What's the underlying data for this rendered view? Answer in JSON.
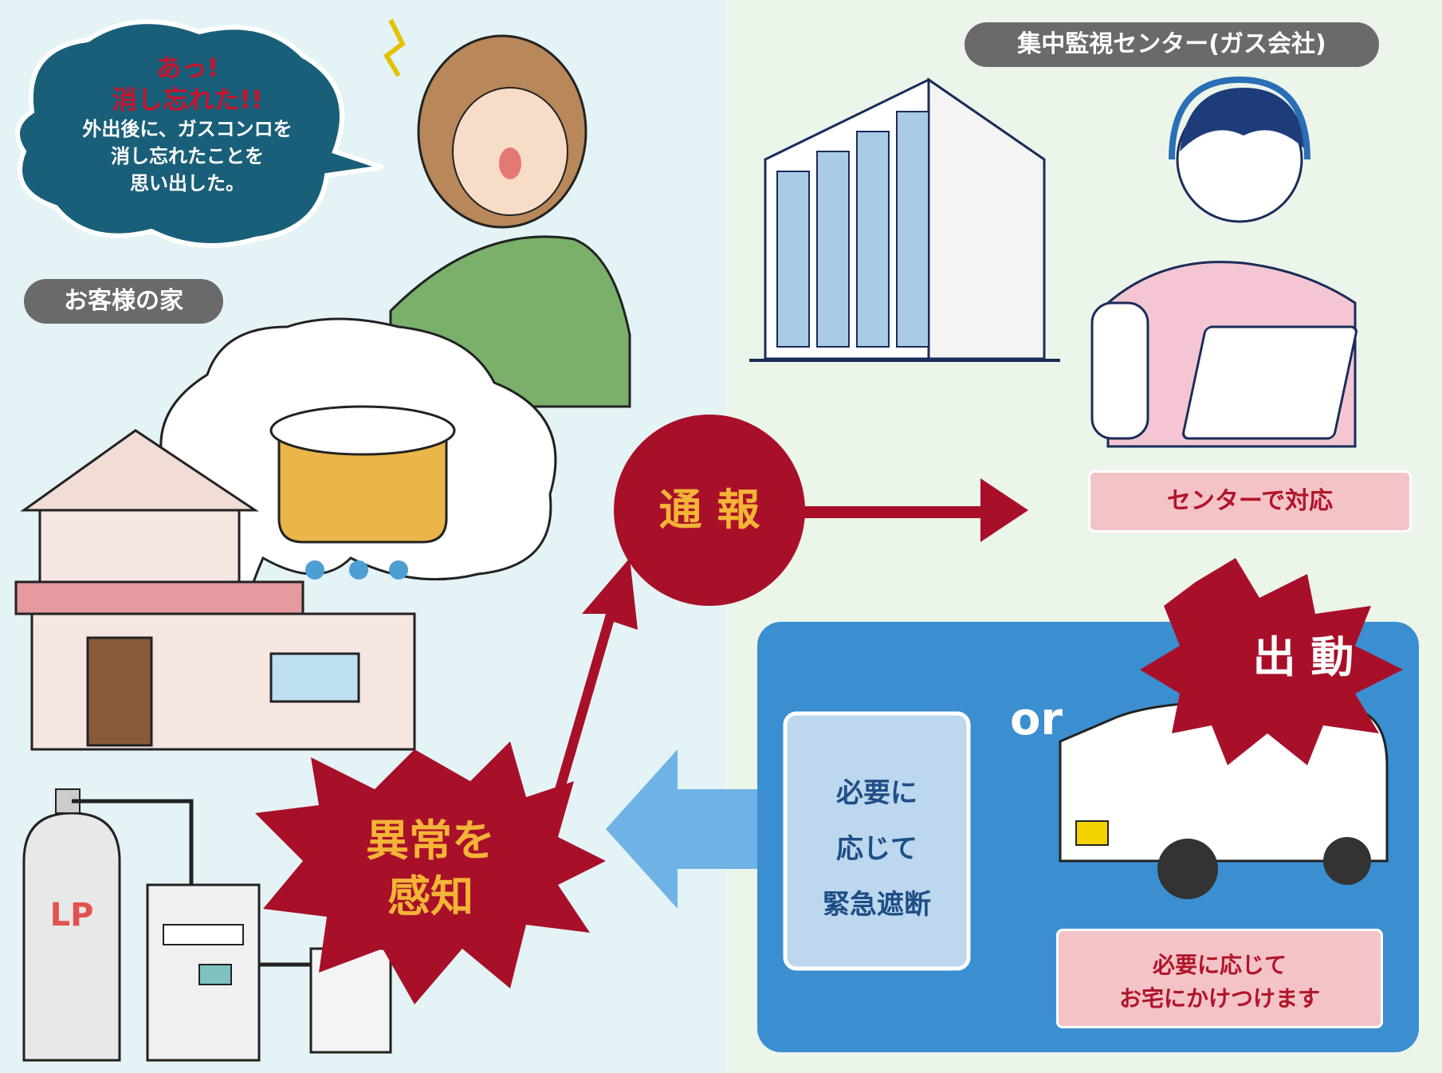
{
  "labels": {
    "center_label": "集中監視センター(ガス会社)",
    "home_label": "お客様の家"
  },
  "speech_bubble": {
    "exclaim": "あっ!",
    "forgot": "消し忘れた!!",
    "body_lines": [
      "外出後に、ガスコンロを",
      "消し忘れたことを",
      "思い出した。"
    ]
  },
  "actions": {
    "report": "通 報",
    "center_response": "センターで対応",
    "dispatch": "出 動",
    "or": "or",
    "detect_lines": [
      "異常を",
      "感知"
    ],
    "shutoff_lines": [
      "必要に",
      "応じて",
      "緊急遮断"
    ],
    "rush_lines": [
      "必要に応じて",
      "お宅にかけつけます"
    ],
    "lp_label": "LP"
  },
  "colors": {
    "red": "#a8102a",
    "blue_panel": "#3b8fd0",
    "light_blue_arrow": "#6fb3e6",
    "teal_bubble": "#1a5f79",
    "pink": "#f4c3c7",
    "orange_text": "#f4b437"
  }
}
